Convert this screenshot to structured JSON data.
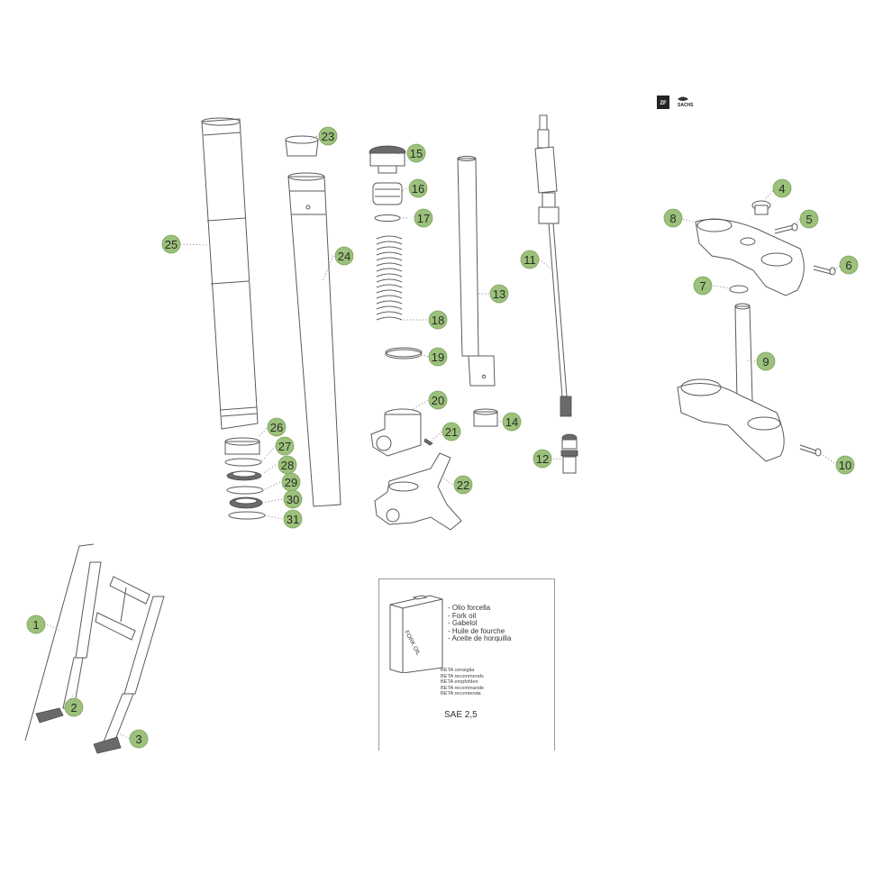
{
  "callouts": [
    {
      "label": "1"
    },
    {
      "label": "2"
    },
    {
      "label": "3"
    },
    {
      "label": "4"
    },
    {
      "label": "5"
    },
    {
      "label": "6"
    },
    {
      "label": "7"
    },
    {
      "label": "8"
    },
    {
      "label": "9"
    },
    {
      "label": "10"
    },
    {
      "label": "11"
    },
    {
      "label": "12"
    },
    {
      "label": "13"
    },
    {
      "label": "14"
    },
    {
      "label": "15"
    },
    {
      "label": "16"
    },
    {
      "label": "17"
    },
    {
      "label": "18"
    },
    {
      "label": "19"
    },
    {
      "label": "20"
    },
    {
      "label": "21"
    },
    {
      "label": "22"
    },
    {
      "label": "23"
    },
    {
      "label": "24"
    },
    {
      "label": "25"
    },
    {
      "label": "26"
    },
    {
      "label": "27"
    },
    {
      "label": "28"
    },
    {
      "label": "29"
    },
    {
      "label": "30"
    },
    {
      "label": "31"
    }
  ],
  "callout_color": "#9bc17a",
  "oil_box": {
    "can_label": "FORK OIL",
    "names": [
      "- Olio forcella",
      "- Fork oil",
      "- Gabelol",
      "- Huile de fourche",
      "- Aceite de horquilla"
    ],
    "recommended": [
      "BETA consiglia",
      "BETA recommends",
      "BETA empfohlen",
      "BETA recommande",
      "BETA recomienda"
    ],
    "grade": "SAE 2,5"
  },
  "brand": {
    "logo_text": "ZF",
    "name": "SACHS"
  }
}
